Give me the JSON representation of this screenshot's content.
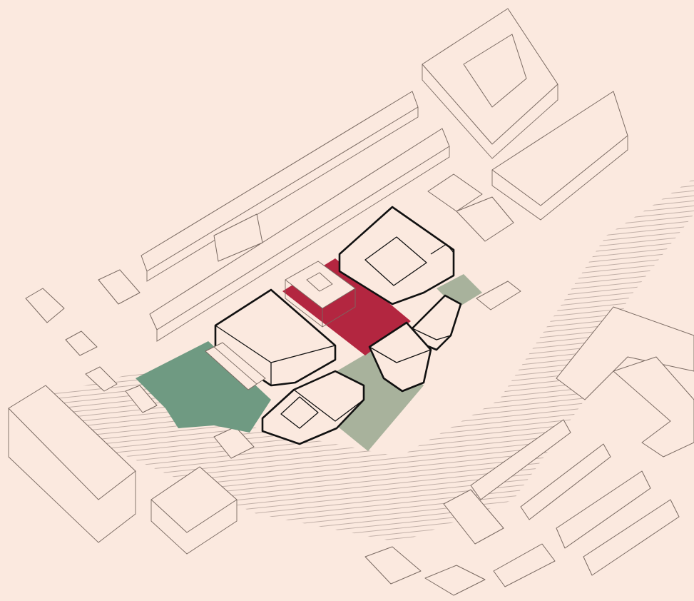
{
  "diagram": {
    "type": "axonometric-site-plan",
    "colors": {
      "background": "#fbe9df",
      "context_stroke": "#7a6a62",
      "site_stroke": "#111111",
      "square": "#b32640",
      "park": "#6f9a82",
      "green_buffer": "#a8b29c",
      "hatch": "#a99890"
    },
    "elements": [
      "context-buildings",
      "site-buildings",
      "central-square",
      "park-area",
      "green-buffer",
      "hatched-ground"
    ],
    "labels": []
  }
}
